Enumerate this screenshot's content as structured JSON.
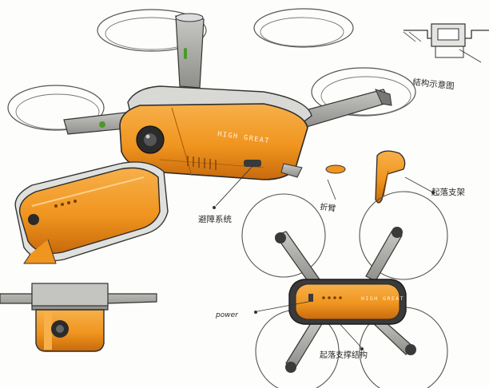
{
  "sketch": {
    "brand_label": "HIGH GREAT",
    "brand_label_small": "HIGH GREAT",
    "annotations": {
      "structure_diagram": "結构示意图",
      "obstacle_avoidance": "避障系统",
      "landing_gear": "起落支架",
      "arm": "折臂",
      "power": "power",
      "flight_assist": "起落支撑结构"
    },
    "colors": {
      "body_orange": "#f0951f",
      "body_orange_dark": "#c86a0c",
      "frame_grey": "#9a9a96",
      "frame_dark": "#4a4a48",
      "line": "#2b2b2b"
    }
  }
}
